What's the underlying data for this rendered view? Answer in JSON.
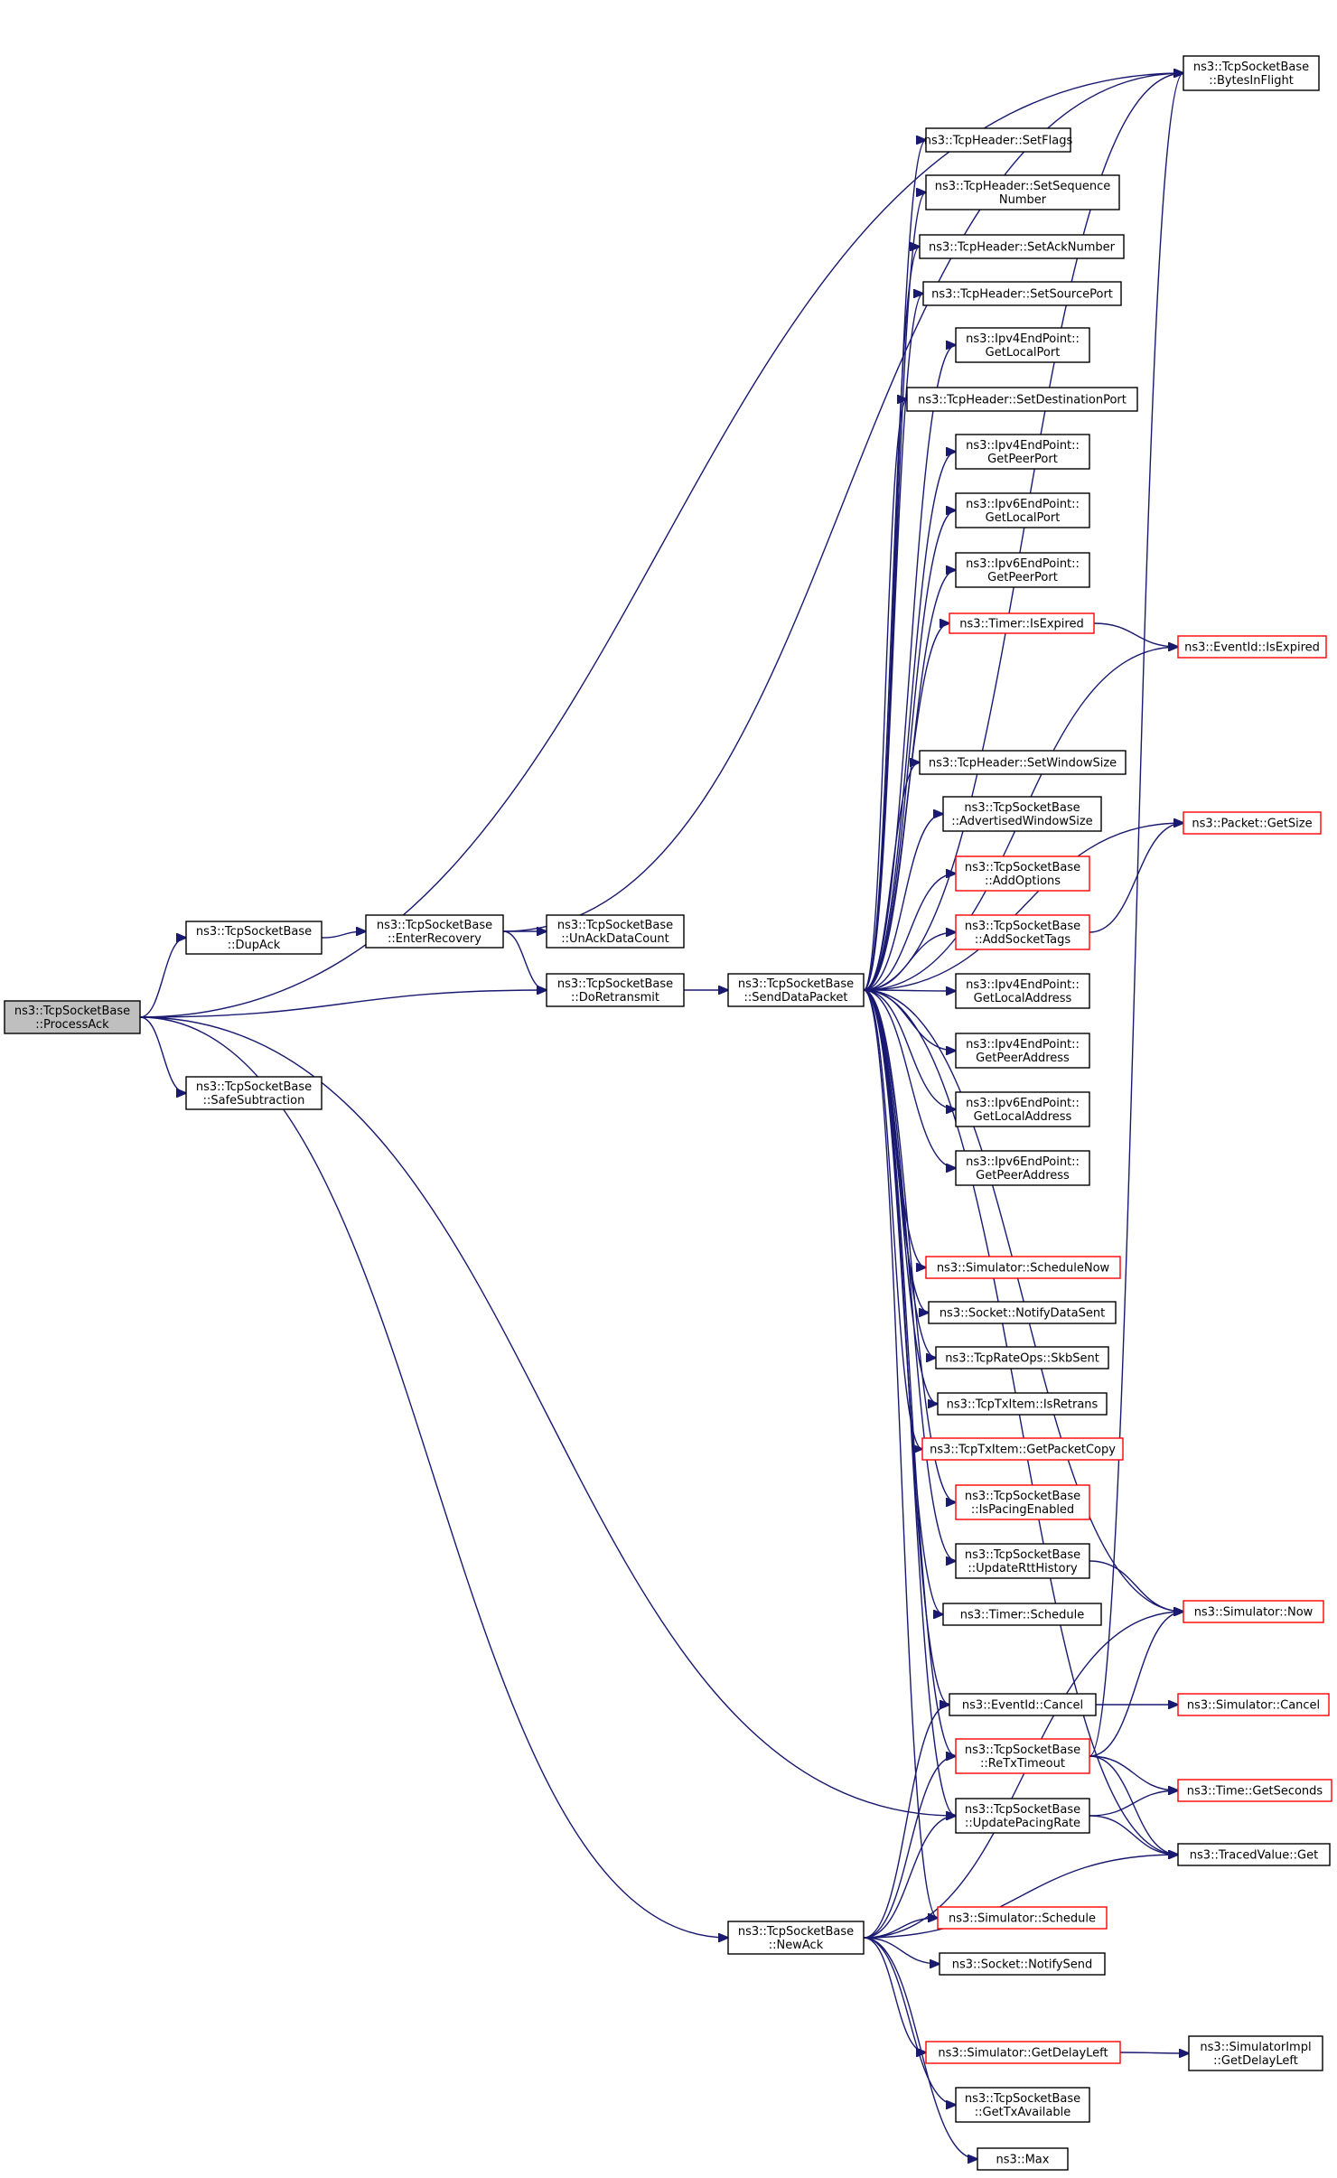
{
  "graph": {
    "nodes": [
      {
        "id": "processack",
        "lines": [
          "ns3::TcpSocketBase",
          "::ProcessAck"
        ],
        "style": "root"
      },
      {
        "id": "dupack",
        "lines": [
          "ns3::TcpSocketBase",
          "::DupAck"
        ],
        "style": "black"
      },
      {
        "id": "safesub",
        "lines": [
          "ns3::TcpSocketBase",
          "::SafeSubtraction"
        ],
        "style": "black"
      },
      {
        "id": "enterrecovery",
        "lines": [
          "ns3::TcpSocketBase",
          "::EnterRecovery"
        ],
        "style": "black"
      },
      {
        "id": "unackdatacount",
        "lines": [
          "ns3::TcpSocketBase",
          "::UnAckDataCount"
        ],
        "style": "black"
      },
      {
        "id": "doretransmit",
        "lines": [
          "ns3::TcpSocketBase",
          "::DoRetransmit"
        ],
        "style": "black"
      },
      {
        "id": "senddatapacket",
        "lines": [
          "ns3::TcpSocketBase",
          "::SendDataPacket"
        ],
        "style": "black"
      },
      {
        "id": "newack",
        "lines": [
          "ns3::TcpSocketBase",
          "::NewAck"
        ],
        "style": "black"
      },
      {
        "id": "setflags",
        "lines": [
          "ns3::TcpHeader::SetFlags"
        ],
        "style": "black"
      },
      {
        "id": "setseq",
        "lines": [
          "ns3::TcpHeader::SetSequence",
          "Number"
        ],
        "style": "black"
      },
      {
        "id": "setacknum",
        "lines": [
          "ns3::TcpHeader::SetAckNumber"
        ],
        "style": "black"
      },
      {
        "id": "setsrcport",
        "lines": [
          "ns3::TcpHeader::SetSourcePort"
        ],
        "style": "black"
      },
      {
        "id": "ipv4getlocalport",
        "lines": [
          "ns3::Ipv4EndPoint::",
          "GetLocalPort"
        ],
        "style": "black"
      },
      {
        "id": "setdstport",
        "lines": [
          "ns3::TcpHeader::SetDestinationPort"
        ],
        "style": "black"
      },
      {
        "id": "ipv4getpeerport",
        "lines": [
          "ns3::Ipv4EndPoint::",
          "GetPeerPort"
        ],
        "style": "black"
      },
      {
        "id": "ipv6getlocalport",
        "lines": [
          "ns3::Ipv6EndPoint::",
          "GetLocalPort"
        ],
        "style": "black"
      },
      {
        "id": "ipv6getpeerport",
        "lines": [
          "ns3::Ipv6EndPoint::",
          "GetPeerPort"
        ],
        "style": "black"
      },
      {
        "id": "timerisexpired",
        "lines": [
          "ns3::Timer::IsExpired"
        ],
        "style": "red"
      },
      {
        "id": "setwindowsize",
        "lines": [
          "ns3::TcpHeader::SetWindowSize"
        ],
        "style": "black"
      },
      {
        "id": "advwindowsize",
        "lines": [
          "ns3::TcpSocketBase",
          "::AdvertisedWindowSize"
        ],
        "style": "black"
      },
      {
        "id": "addoptions",
        "lines": [
          "ns3::TcpSocketBase",
          "::AddOptions"
        ],
        "style": "red"
      },
      {
        "id": "addsockettags",
        "lines": [
          "ns3::TcpSocketBase",
          "::AddSocketTags"
        ],
        "style": "red"
      },
      {
        "id": "ipv4getlocaladdr",
        "lines": [
          "ns3::Ipv4EndPoint::",
          "GetLocalAddress"
        ],
        "style": "black"
      },
      {
        "id": "ipv4getpeeraddr",
        "lines": [
          "ns3::Ipv4EndPoint::",
          "GetPeerAddress"
        ],
        "style": "black"
      },
      {
        "id": "ipv6getlocaladdr",
        "lines": [
          "ns3::Ipv6EndPoint::",
          "GetLocalAddress"
        ],
        "style": "black"
      },
      {
        "id": "ipv6getpeeraddr",
        "lines": [
          "ns3::Ipv6EndPoint::",
          "GetPeerAddress"
        ],
        "style": "black"
      },
      {
        "id": "schedulenow",
        "lines": [
          "ns3::Simulator::ScheduleNow"
        ],
        "style": "red"
      },
      {
        "id": "notifydatasent",
        "lines": [
          "ns3::Socket::NotifyDataSent"
        ],
        "style": "black"
      },
      {
        "id": "skbsent",
        "lines": [
          "ns3::TcpRateOps::SkbSent"
        ],
        "style": "black"
      },
      {
        "id": "isretrans",
        "lines": [
          "ns3::TcpTxItem::IsRetrans"
        ],
        "style": "black"
      },
      {
        "id": "getpacketcopy",
        "lines": [
          "ns3::TcpTxItem::GetPacketCopy"
        ],
        "style": "red"
      },
      {
        "id": "ispacingenabled",
        "lines": [
          "ns3::TcpSocketBase",
          "::IsPacingEnabled"
        ],
        "style": "red"
      },
      {
        "id": "updaterttHistory",
        "lines": [
          "ns3::TcpSocketBase",
          "::UpdateRttHistory"
        ],
        "style": "black"
      },
      {
        "id": "timerschedule",
        "lines": [
          "ns3::Timer::Schedule"
        ],
        "style": "black"
      },
      {
        "id": "eventidcancel",
        "lines": [
          "ns3::EventId::Cancel"
        ],
        "style": "black"
      },
      {
        "id": "retxtimeout",
        "lines": [
          "ns3::TcpSocketBase",
          "::ReTxTimeout"
        ],
        "style": "red"
      },
      {
        "id": "updatepacingrate",
        "lines": [
          "ns3::TcpSocketBase",
          "::UpdatePacingRate"
        ],
        "style": "black"
      },
      {
        "id": "simschedule",
        "lines": [
          "ns3::Simulator::Schedule"
        ],
        "style": "red"
      },
      {
        "id": "notifysend",
        "lines": [
          "ns3::Socket::NotifySend"
        ],
        "style": "black"
      },
      {
        "id": "getdelayleft",
        "lines": [
          "ns3::Simulator::GetDelayLeft"
        ],
        "style": "red"
      },
      {
        "id": "gettxavailable",
        "lines": [
          "ns3::TcpSocketBase",
          "::GetTxAvailable"
        ],
        "style": "black"
      },
      {
        "id": "max",
        "lines": [
          "ns3::Max"
        ],
        "style": "black"
      },
      {
        "id": "bytesinflight",
        "lines": [
          "ns3::TcpSocketBase",
          "::BytesInFlight"
        ],
        "style": "black"
      },
      {
        "id": "eventidisexpired",
        "lines": [
          "ns3::EventId::IsExpired"
        ],
        "style": "red"
      },
      {
        "id": "packetgetsize",
        "lines": [
          "ns3::Packet::GetSize"
        ],
        "style": "red"
      },
      {
        "id": "simnow",
        "lines": [
          "ns3::Simulator::Now"
        ],
        "style": "red"
      },
      {
        "id": "simcancel",
        "lines": [
          "ns3::Simulator::Cancel"
        ],
        "style": "red"
      },
      {
        "id": "timegetseconds",
        "lines": [
          "ns3::Time::GetSeconds"
        ],
        "style": "red"
      },
      {
        "id": "tracedvalueget",
        "lines": [
          "ns3::TracedValue::Get"
        ],
        "style": "black"
      },
      {
        "id": "simimplgetdelayleft",
        "lines": [
          "ns3::SimulatorImpl",
          "::GetDelayLeft"
        ],
        "style": "black"
      }
    ],
    "edges": [
      [
        "processack",
        "dupack"
      ],
      [
        "processack",
        "safesub"
      ],
      [
        "processack",
        "doretransmit"
      ],
      [
        "processack",
        "newack"
      ],
      [
        "processack",
        "bytesinflight"
      ],
      [
        "processack",
        "updatepacingrate"
      ],
      [
        "dupack",
        "enterrecovery"
      ],
      [
        "enterrecovery",
        "unackdatacount"
      ],
      [
        "enterrecovery",
        "doretransmit"
      ],
      [
        "enterrecovery",
        "bytesinflight"
      ],
      [
        "doretransmit",
        "senddatapacket"
      ],
      [
        "senddatapacket",
        "bytesinflight"
      ],
      [
        "senddatapacket",
        "setflags"
      ],
      [
        "senddatapacket",
        "setseq"
      ],
      [
        "senddatapacket",
        "setacknum"
      ],
      [
        "senddatapacket",
        "setsrcport"
      ],
      [
        "senddatapacket",
        "ipv4getlocalport"
      ],
      [
        "senddatapacket",
        "setdstport"
      ],
      [
        "senddatapacket",
        "ipv4getpeerport"
      ],
      [
        "senddatapacket",
        "ipv6getlocalport"
      ],
      [
        "senddatapacket",
        "ipv6getpeerport"
      ],
      [
        "senddatapacket",
        "timerisexpired"
      ],
      [
        "senddatapacket",
        "eventidisexpired"
      ],
      [
        "senddatapacket",
        "packetgetsize"
      ],
      [
        "senddatapacket",
        "setwindowsize"
      ],
      [
        "senddatapacket",
        "advwindowsize"
      ],
      [
        "senddatapacket",
        "addoptions"
      ],
      [
        "senddatapacket",
        "addsockettags"
      ],
      [
        "senddatapacket",
        "ipv4getlocaladdr"
      ],
      [
        "senddatapacket",
        "ipv4getpeeraddr"
      ],
      [
        "senddatapacket",
        "ipv6getlocaladdr"
      ],
      [
        "senddatapacket",
        "ipv6getpeeraddr"
      ],
      [
        "senddatapacket",
        "simnow"
      ],
      [
        "senddatapacket",
        "schedulenow"
      ],
      [
        "senddatapacket",
        "notifydatasent"
      ],
      [
        "senddatapacket",
        "skbsent"
      ],
      [
        "senddatapacket",
        "isretrans"
      ],
      [
        "senddatapacket",
        "getpacketcopy"
      ],
      [
        "senddatapacket",
        "ispacingenabled"
      ],
      [
        "senddatapacket",
        "updaterttHistory"
      ],
      [
        "senddatapacket",
        "timerschedule"
      ],
      [
        "senddatapacket",
        "eventidcancel"
      ],
      [
        "senddatapacket",
        "retxtimeout"
      ],
      [
        "senddatapacket",
        "updatepacingrate"
      ],
      [
        "senddatapacket",
        "tracedvalueget"
      ],
      [
        "senddatapacket",
        "simschedule"
      ],
      [
        "timerisexpired",
        "eventidisexpired"
      ],
      [
        "addsockettags",
        "packetgetsize"
      ],
      [
        "updaterttHistory",
        "simnow"
      ],
      [
        "eventidcancel",
        "simcancel"
      ],
      [
        "retxtimeout",
        "bytesinflight"
      ],
      [
        "retxtimeout",
        "simnow"
      ],
      [
        "retxtimeout",
        "timegetseconds"
      ],
      [
        "retxtimeout",
        "tracedvalueget"
      ],
      [
        "updatepacingrate",
        "timegetseconds"
      ],
      [
        "updatepacingrate",
        "tracedvalueget"
      ],
      [
        "newack",
        "simnow"
      ],
      [
        "newack",
        "eventidcancel"
      ],
      [
        "newack",
        "retxtimeout"
      ],
      [
        "newack",
        "updatepacingrate"
      ],
      [
        "newack",
        "simschedule"
      ],
      [
        "newack",
        "notifysend"
      ],
      [
        "newack",
        "tracedvalueget"
      ],
      [
        "newack",
        "getdelayleft"
      ],
      [
        "newack",
        "gettxavailable"
      ],
      [
        "newack",
        "max"
      ],
      [
        "getdelayleft",
        "simimplgetdelayleft"
      ]
    ]
  }
}
